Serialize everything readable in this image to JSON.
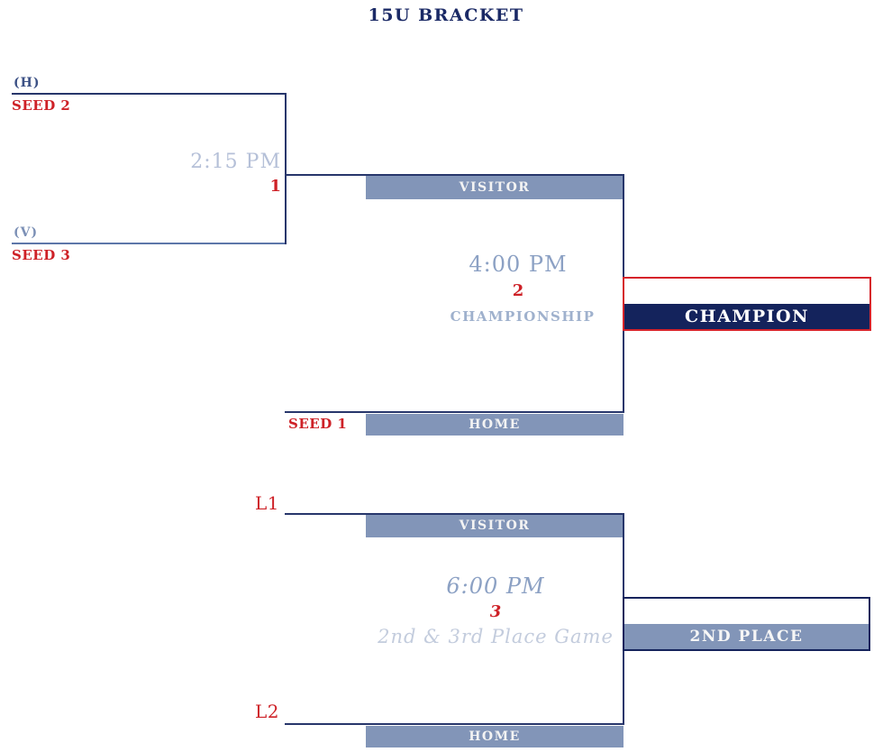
{
  "title": "15U BRACKET",
  "colors": {
    "navy": "#1b2a5e",
    "navy_fill": "#14235c",
    "red": "#ce2127",
    "red_border": "#d6232a",
    "steel_bar": "#8295b8",
    "light_time": "#b5c0d8",
    "mid_steel_text": "#8ca1c4",
    "championship_text": "#9fb1cd",
    "place_game_text": "#c3ccdd"
  },
  "game1": {
    "home_mark": "(H)",
    "home_seed": "SEED 2",
    "visitor_mark": "(V)",
    "visitor_seed": "SEED 3",
    "time": "2:15 PM",
    "number": "1"
  },
  "game2": {
    "visitor_label": "VISITOR",
    "home_label": "HOME",
    "home_seed": "SEED 1",
    "time": "4:00 PM",
    "number": "2",
    "name": "CHAMPIONSHIP"
  },
  "champion": {
    "label": "CHAMPION"
  },
  "game3": {
    "visitor_source": "L1",
    "home_source": "L2",
    "visitor_label": "VISITOR",
    "home_label": "HOME",
    "time": "6:00 PM",
    "number": "3",
    "name": "2nd & 3rd Place Game"
  },
  "second_place": {
    "label": "2ND PLACE"
  }
}
